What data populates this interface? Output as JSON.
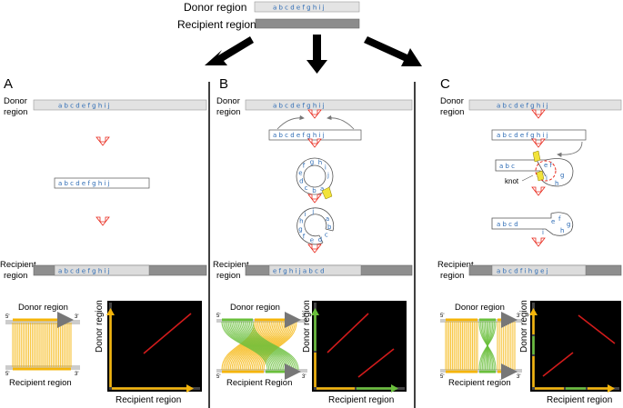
{
  "header": {
    "donor_label": "Donor region",
    "recipient_label": "Recipient region",
    "donor_sequence": "a b c d e f g h i j"
  },
  "panels": [
    {
      "id": "A",
      "donor_label": "Donor region",
      "recipient_label": "Recipient region",
      "donor_seq": "a b c d e f g h i j",
      "middle_seq": "a b c d e f g h i j",
      "recipient_seq": "a b c d e f g h i j",
      "synteny": {
        "donor_label": "Donor region",
        "recipient_label": "Recipient region",
        "five_prime": "5'",
        "three_prime": "3'"
      },
      "dotplot": {
        "x_label": "Recipient region",
        "y_label": "Donor region"
      }
    },
    {
      "id": "B",
      "donor_label": "Donor region",
      "recipient_label": "Recipient region",
      "donor_seq": "a b c d e f g h i j",
      "linear_seq": "a b c d e f g h i j",
      "recipient_seq": "e f g h i j a b c d",
      "synteny": {
        "donor_label": "Donor region",
        "recipient_label": "Recipient Region",
        "five_prime": "5'",
        "three_prime": "3'"
      },
      "dotplot": {
        "x_label": "Recipient region",
        "y_label": "Donor region"
      }
    },
    {
      "id": "C",
      "donor_label": "Donor region",
      "recipient_label": "Recipient region",
      "donor_seq": "a b c d e f g h i j",
      "linear_seq": "a b c d e f g h i j",
      "knot_label": "knot",
      "partial_seq": "a b c d",
      "recipient_seq": "a b c d f i h g e j",
      "synteny": {
        "donor_label": "Donor region",
        "recipient_label": "Recipient region",
        "five_prime": "5'",
        "three_prime": "3'"
      },
      "dotplot": {
        "x_label": "Recipient region",
        "y_label": "Donor region"
      }
    }
  ],
  "colors": {
    "sequence_text": "#2e6cb5",
    "arrow_red": "#e8291c",
    "dotplot_line": "#d11b1b",
    "yellow": "#f5b50a",
    "green": "#6abf3c",
    "gray_bar": "#c8c8c8",
    "dark_bar": "#8c8c8c"
  }
}
